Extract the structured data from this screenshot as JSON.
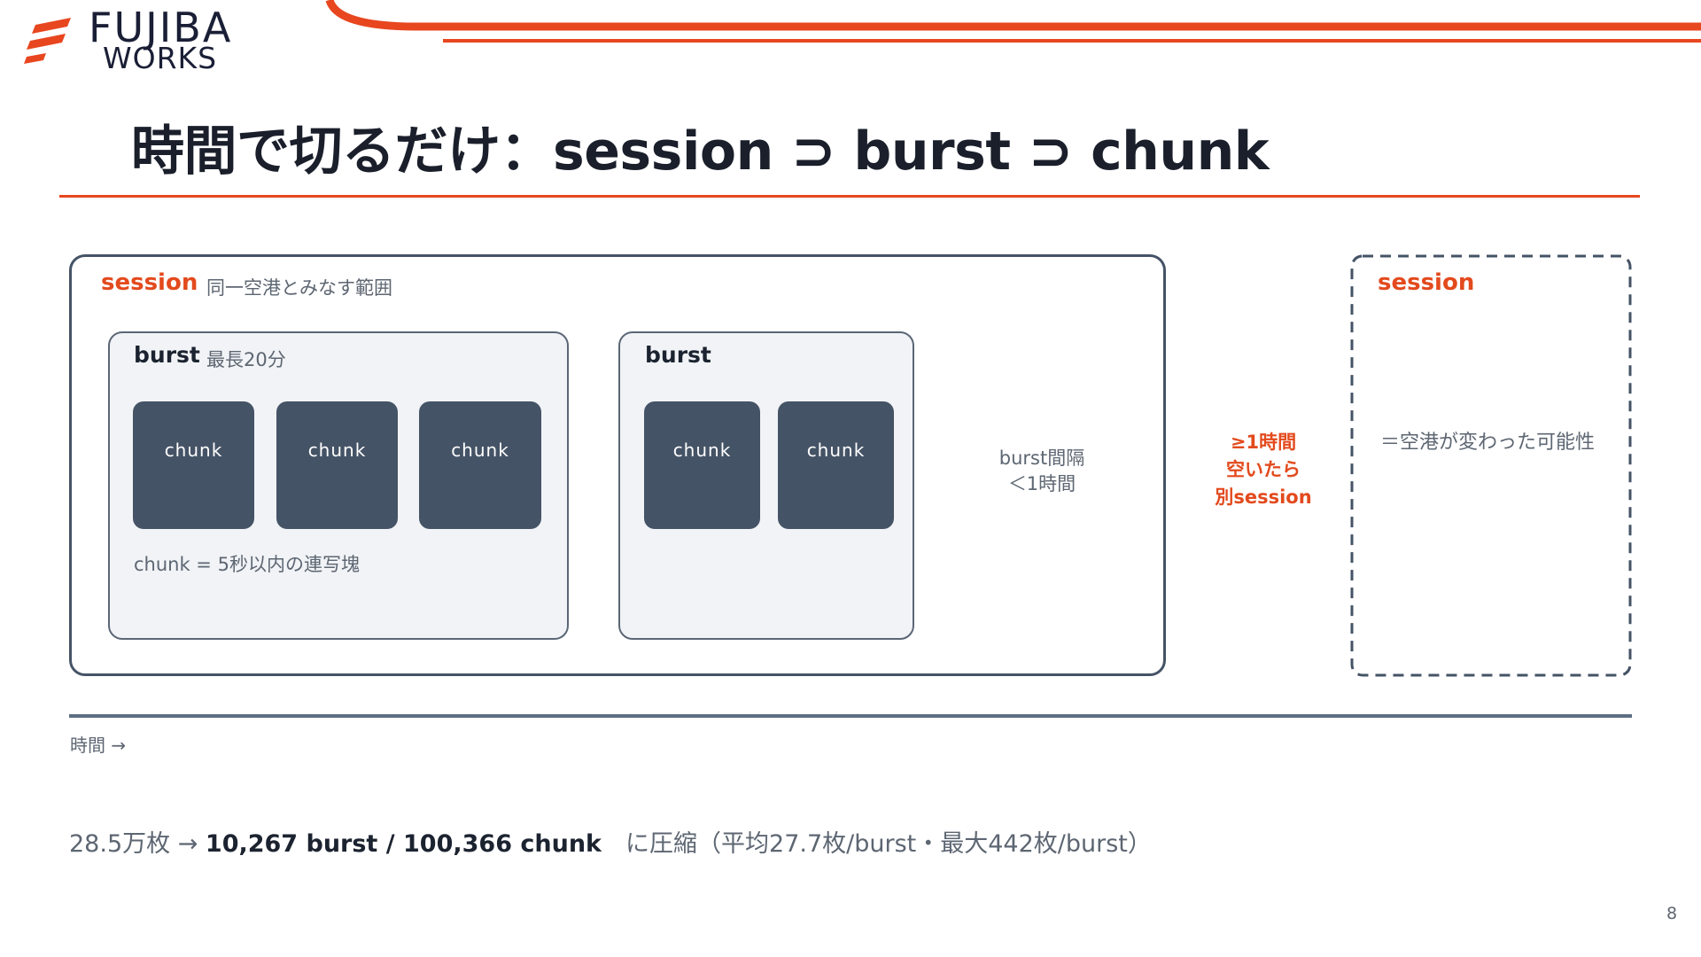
{
  "logo": {
    "line1": "FUJIBA",
    "line2": "WORKS"
  },
  "title": "時間で切るだけ：session ⊃ burst ⊃ chunk",
  "colors": {
    "accent": "#e8461f",
    "chunk": "#455366",
    "burst_bg": "#f1f3f6",
    "text": "#1f2937"
  },
  "session_main": {
    "label": "session",
    "sub": "同一空港とみなす範囲",
    "burst1": {
      "label": "burst",
      "sub": "最長20分",
      "chunks": [
        "chunk",
        "chunk",
        "chunk"
      ],
      "note": "chunk = 5秒以内の連写塊"
    },
    "burst2": {
      "label": "burst",
      "chunks": [
        "chunk",
        "chunk"
      ]
    },
    "gap_note": [
      "burst間隔",
      "＜1時間"
    ]
  },
  "separator_note": [
    "≥1時間",
    "空いたら",
    "別session"
  ],
  "session_next": {
    "label": "session",
    "note": "＝空港が変わった可能性"
  },
  "time_label": "時間 →",
  "summary": {
    "prefix": "28.5万枚 → ",
    "bold": "10,267 burst / 100,366 chunk",
    "suffix": "　に圧縮（平均27.7枚/burst・最大442枚/burst）"
  },
  "page_number": "8"
}
